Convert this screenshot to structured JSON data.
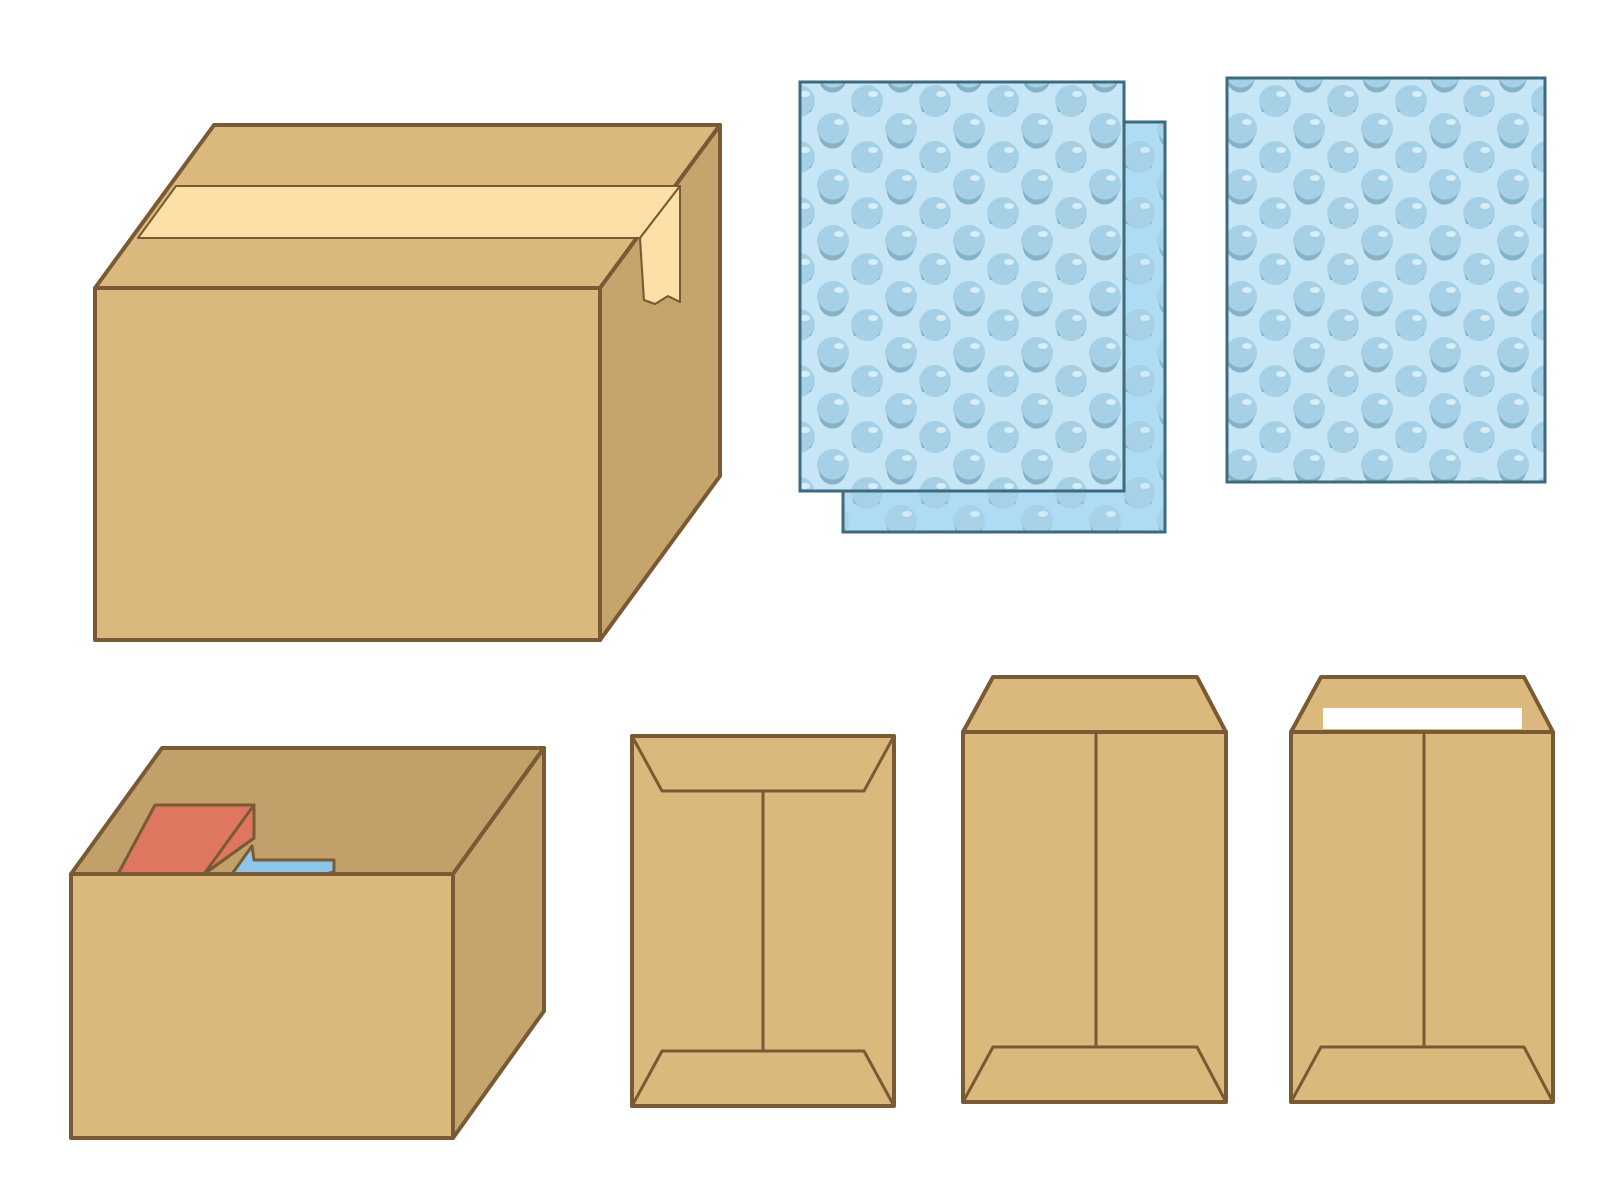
{
  "colors": {
    "cardboard": "#DBB87B",
    "cardboard_side": "#C6A56C",
    "cardboard_inner": "#C2A06A",
    "outline": "#7A5A34",
    "tape": "#FCE0A8",
    "tape_fold": "#E8C88E",
    "bubble_sheet": "#C6E6F6",
    "bubble_sheet_back": "#AEDCF3",
    "bubble_outline": "#3E6A80",
    "bubble": "#A6D0E6",
    "bubble_shade": "#86B2C8",
    "bubble_highlight": "#D8EEF8",
    "book_red": "#DE7660",
    "book_blue": "#8CC6EA",
    "seal_strip": "#FFFFFF"
  },
  "items": [
    {
      "id": "taped-cardboard-box",
      "icon": "sealed-box-icon"
    },
    {
      "id": "bubble-wrap-stack",
      "icon": "bubble-wrap-icon"
    },
    {
      "id": "bubble-wrap-sheet",
      "icon": "bubble-wrap-icon"
    },
    {
      "id": "open-box-with-books",
      "icon": "open-box-icon"
    },
    {
      "id": "kraft-envelope-closed",
      "icon": "envelope-icon"
    },
    {
      "id": "kraft-envelope-open",
      "icon": "envelope-icon"
    },
    {
      "id": "kraft-envelope-adhesive",
      "icon": "envelope-icon"
    }
  ]
}
